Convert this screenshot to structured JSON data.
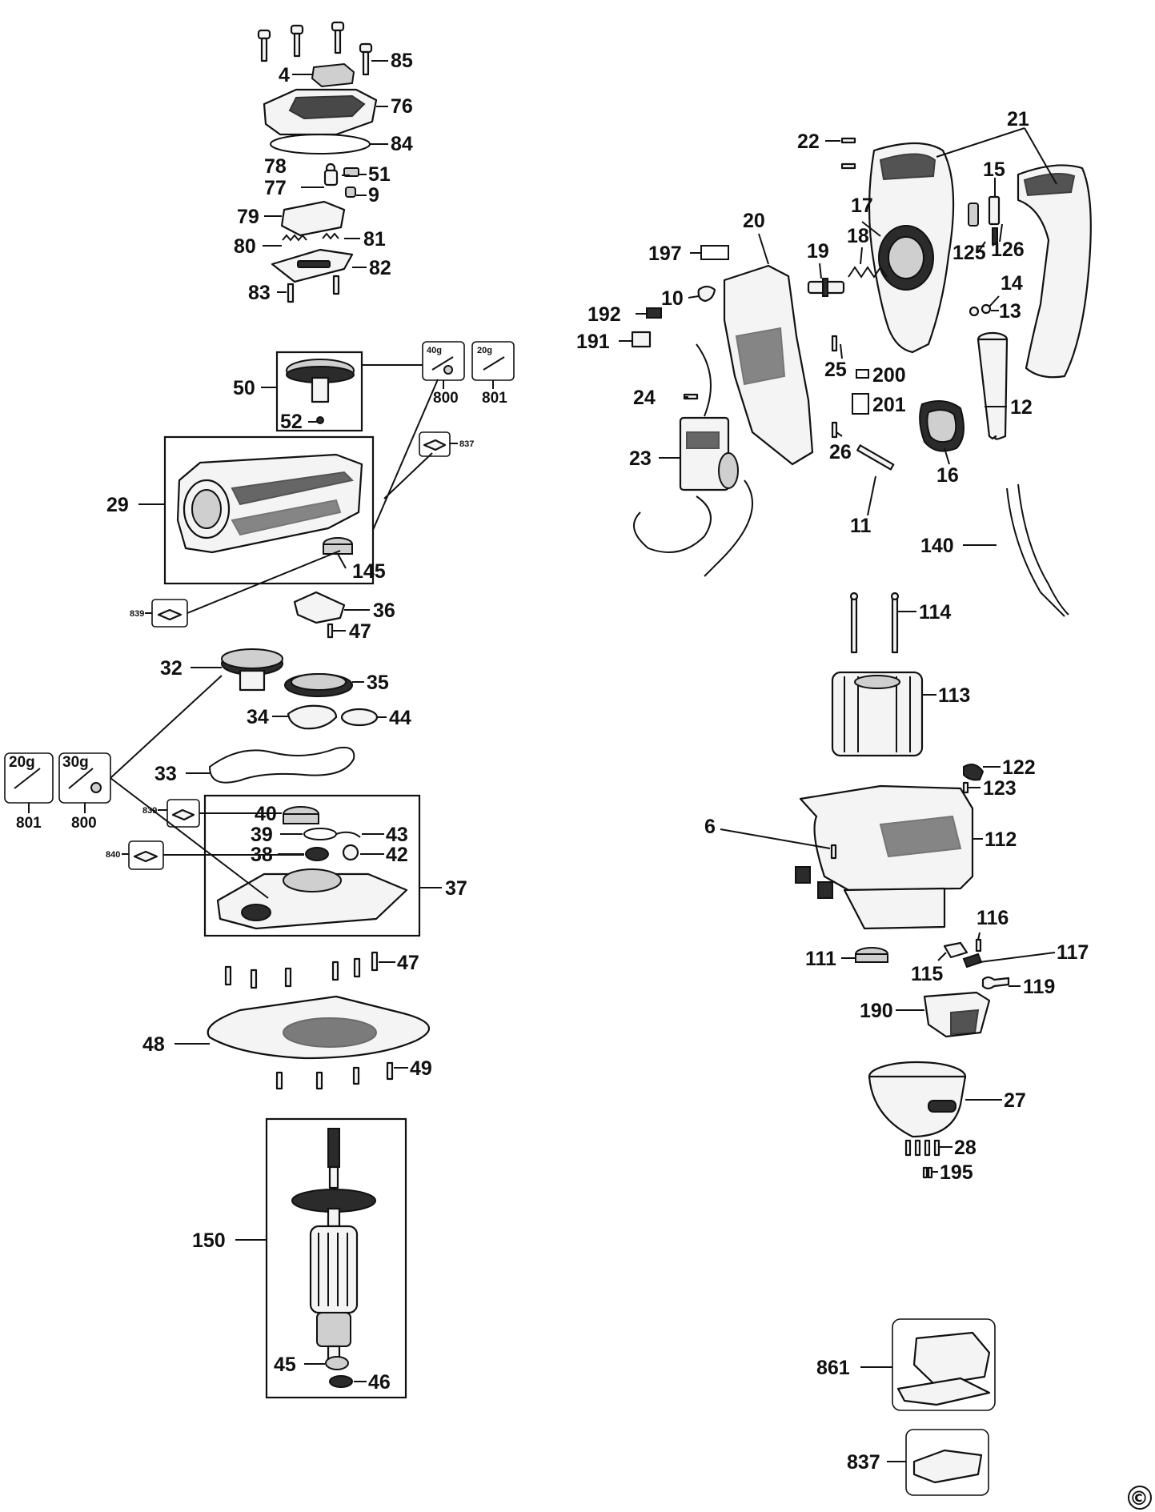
{
  "callouts": [
    {
      "id": "c85",
      "text": "85"
    },
    {
      "id": "c4",
      "text": "4"
    },
    {
      "id": "c76",
      "text": "76"
    },
    {
      "id": "c84",
      "text": "84"
    },
    {
      "id": "c78",
      "text": "78"
    },
    {
      "id": "c51",
      "text": "51"
    },
    {
      "id": "c77",
      "text": "77"
    },
    {
      "id": "c9",
      "text": "9"
    },
    {
      "id": "c79",
      "text": "79"
    },
    {
      "id": "c80",
      "text": "80"
    },
    {
      "id": "c81",
      "text": "81"
    },
    {
      "id": "c82",
      "text": "82"
    },
    {
      "id": "c83",
      "text": "83"
    },
    {
      "id": "c50",
      "text": "50"
    },
    {
      "id": "c52",
      "text": "52"
    },
    {
      "id": "c29",
      "text": "29"
    },
    {
      "id": "c145",
      "text": "145"
    },
    {
      "id": "c36",
      "text": "36"
    },
    {
      "id": "c47a",
      "text": "47"
    },
    {
      "id": "c32",
      "text": "32"
    },
    {
      "id": "c35",
      "text": "35"
    },
    {
      "id": "c34",
      "text": "34"
    },
    {
      "id": "c44",
      "text": "44"
    },
    {
      "id": "c33",
      "text": "33"
    },
    {
      "id": "c40",
      "text": "40"
    },
    {
      "id": "c39",
      "text": "39"
    },
    {
      "id": "c43",
      "text": "43"
    },
    {
      "id": "c38",
      "text": "38"
    },
    {
      "id": "c42",
      "text": "42"
    },
    {
      "id": "c37",
      "text": "37"
    },
    {
      "id": "c47b",
      "text": "47"
    },
    {
      "id": "c48",
      "text": "48"
    },
    {
      "id": "c49",
      "text": "49"
    },
    {
      "id": "c150",
      "text": "150"
    },
    {
      "id": "c45",
      "text": "45"
    },
    {
      "id": "c46",
      "text": "46"
    },
    {
      "id": "c21",
      "text": "21"
    },
    {
      "id": "c22",
      "text": "22"
    },
    {
      "id": "c15",
      "text": "15"
    },
    {
      "id": "c17",
      "text": "17"
    },
    {
      "id": "c20",
      "text": "20"
    },
    {
      "id": "c18",
      "text": "18"
    },
    {
      "id": "c197",
      "text": "197"
    },
    {
      "id": "c19",
      "text": "19"
    },
    {
      "id": "c125",
      "text": "125"
    },
    {
      "id": "c126",
      "text": "126"
    },
    {
      "id": "c14",
      "text": "14"
    },
    {
      "id": "c10",
      "text": "10"
    },
    {
      "id": "c13",
      "text": "13"
    },
    {
      "id": "c192",
      "text": "192"
    },
    {
      "id": "c191",
      "text": "191"
    },
    {
      "id": "c25",
      "text": "25"
    },
    {
      "id": "c200",
      "text": "200"
    },
    {
      "id": "c24",
      "text": "24"
    },
    {
      "id": "c201",
      "text": "201"
    },
    {
      "id": "c12",
      "text": "12"
    },
    {
      "id": "c23",
      "text": "23"
    },
    {
      "id": "c26",
      "text": "26"
    },
    {
      "id": "c16",
      "text": "16"
    },
    {
      "id": "c11",
      "text": "11"
    },
    {
      "id": "c140",
      "text": "140"
    },
    {
      "id": "c114",
      "text": "114"
    },
    {
      "id": "c113",
      "text": "113"
    },
    {
      "id": "c122",
      "text": "122"
    },
    {
      "id": "c123",
      "text": "123"
    },
    {
      "id": "c6",
      "text": "6"
    },
    {
      "id": "c112",
      "text": "112"
    },
    {
      "id": "c116",
      "text": "116"
    },
    {
      "id": "c117",
      "text": "117"
    },
    {
      "id": "c111",
      "text": "111"
    },
    {
      "id": "c115",
      "text": "115"
    },
    {
      "id": "c119",
      "text": "119"
    },
    {
      "id": "c190",
      "text": "190"
    },
    {
      "id": "c27",
      "text": "27"
    },
    {
      "id": "c28",
      "text": "28"
    },
    {
      "id": "c195",
      "text": "195"
    },
    {
      "id": "c861",
      "text": "861"
    },
    {
      "id": "c837",
      "text": "837"
    }
  ],
  "kits": {
    "k800a": {
      "weight": "40g",
      "number": "800"
    },
    "k801a": {
      "weight": "20g",
      "number": "801"
    },
    "k801b": {
      "weight": "20g",
      "number": "801"
    },
    "k800b": {
      "weight": "30g",
      "number": "800"
    },
    "k837": {
      "number": "837"
    },
    "k839a": {
      "number": "839"
    },
    "k839b": {
      "number": "839"
    },
    "k840": {
      "number": "840"
    }
  },
  "copyright": "©"
}
